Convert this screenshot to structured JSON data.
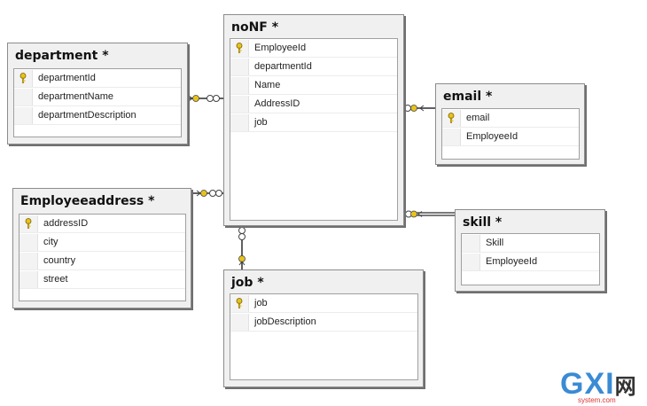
{
  "tables": [
    {
      "id": "department",
      "title": "department *",
      "columns": [
        {
          "name": "departmentId",
          "key": true
        },
        {
          "name": "departmentName",
          "key": false
        },
        {
          "name": "departmentDescription",
          "key": false
        }
      ]
    },
    {
      "id": "noNF",
      "title": "noNF *",
      "columns": [
        {
          "name": "EmployeeId",
          "key": true
        },
        {
          "name": "departmentId",
          "key": false
        },
        {
          "name": "Name",
          "key": false
        },
        {
          "name": "AddressID",
          "key": false
        },
        {
          "name": "job",
          "key": false
        }
      ]
    },
    {
      "id": "email",
      "title": "email *",
      "columns": [
        {
          "name": "email",
          "key": true
        },
        {
          "name": "EmployeeId",
          "key": false
        }
      ]
    },
    {
      "id": "employeeaddress",
      "title": "Employeeaddress *",
      "columns": [
        {
          "name": "addressID",
          "key": true
        },
        {
          "name": "city",
          "key": false
        },
        {
          "name": "country",
          "key": false
        },
        {
          "name": "street",
          "key": false
        }
      ]
    },
    {
      "id": "skill",
      "title": "skill *",
      "columns": [
        {
          "name": "Skill",
          "key": true
        },
        {
          "name": "EmployeeId",
          "key": false
        }
      ]
    },
    {
      "id": "job",
      "title": "job *",
      "columns": [
        {
          "name": "job",
          "key": true
        },
        {
          "name": "jobDescription",
          "key": false
        }
      ]
    }
  ],
  "relationships": [
    {
      "from": "department",
      "to": "noNF",
      "one_end": "department",
      "many_end": "noNF"
    },
    {
      "from": "noNF",
      "to": "email",
      "one_end": "email",
      "many_end": "noNF"
    },
    {
      "from": "employeeaddress",
      "to": "noNF",
      "one_end": "employeeaddress",
      "many_end": "noNF"
    },
    {
      "from": "noNF",
      "to": "skill",
      "one_end": "skill",
      "many_end": "noNF"
    },
    {
      "from": "noNF",
      "to": "job",
      "one_end": "job",
      "many_end": "noNF"
    }
  ],
  "colors": {
    "key_icon": "#e8c21a",
    "connector": "#2b2b2b",
    "watermark": "#3a8bd4"
  },
  "watermark": {
    "brand": "GXI",
    "cjk": "网",
    "url": "system.com"
  }
}
